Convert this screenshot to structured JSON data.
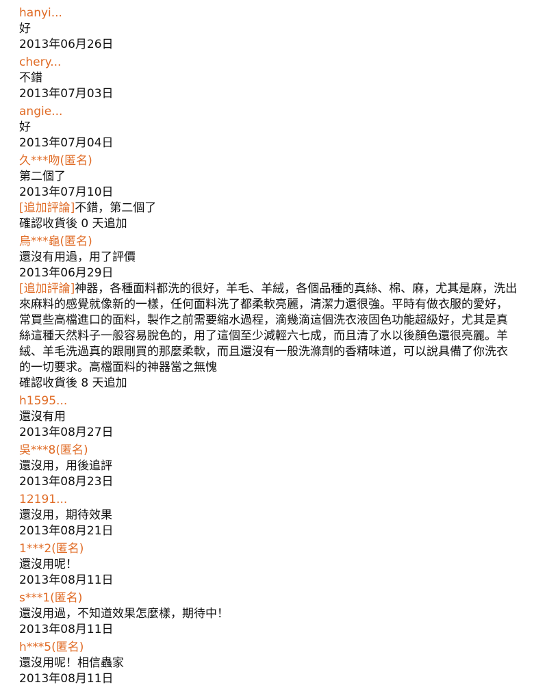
{
  "colors": {
    "author": "#e06b25",
    "text": "#111111",
    "background": "#ffffff"
  },
  "reviews": [
    {
      "author": "hanyi...",
      "content": "好",
      "date": "2013年06月26日"
    },
    {
      "author": "chery...",
      "content": "不錯",
      "date": "2013年07月03日"
    },
    {
      "author": "angie...",
      "content": "好",
      "date": "2013年07月04日"
    },
    {
      "author": "久***吻(匿名)",
      "content": "第二個了",
      "date": "2013年07月10日",
      "append": {
        "tag": "[追加評論]",
        "content": "不錯，第二個了",
        "footer": "確認收貨後 0 天追加"
      }
    },
    {
      "author": "烏***龜(匿名)",
      "content": "還沒有用過，用了評價",
      "date": "2013年06月29日",
      "append": {
        "tag": "[追加評論]",
        "content": "神器，各種面料都洗的很好，羊毛、羊絨，各個品種的真絲、棉、麻，尤其是麻，洗出來麻料的感覺就像新的一樣，任何面料洗了都柔軟亮麗，清潔力還很強。平時有做衣服的愛好，常買些高檔進口的面料，製作之前需要縮水過程，滴幾滴這個洗衣液固色功能超級好，尤其是真絲這種天然料子一般容易脫色的，用了這個至少減輕六七成，而且清了水以後顏色還很亮麗。羊絨、羊毛洗過真的跟剛買的那麼柔軟，而且還沒有一般洗滌劑的香精味道，可以說具備了你洗衣的一切要求。高檔面料的神器當之無愧",
        "footer": "確認收貨後 8 天追加"
      }
    },
    {
      "author": "h1595...",
      "content": "還沒有用",
      "date": "2013年08月27日"
    },
    {
      "author": "吳***8(匿名)",
      "content": "還沒用，用後追評",
      "date": "2013年08月23日"
    },
    {
      "author": "12191...",
      "content": "還沒用，期待效果",
      "date": "2013年08月21日"
    },
    {
      "author": "1***2(匿名)",
      "content": "還沒用呢！",
      "date": "2013年08月11日"
    },
    {
      "author": "s***1(匿名)",
      "content": "還沒用過，不知道效果怎麼樣，期待中！",
      "date": "2013年08月11日"
    },
    {
      "author": "h***5(匿名)",
      "content": "還沒用呢！相信蟲家",
      "date": "2013年08月11日"
    }
  ]
}
